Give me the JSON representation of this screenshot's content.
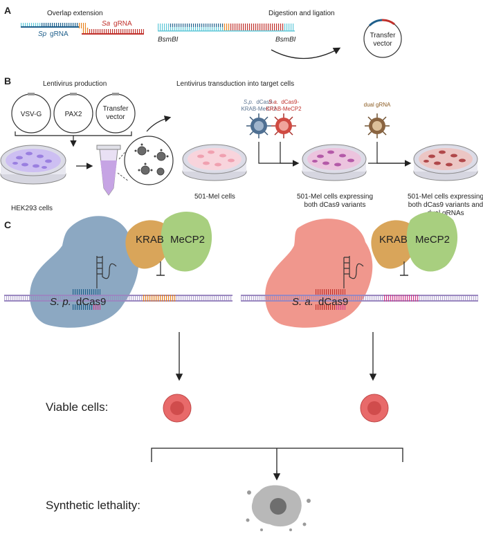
{
  "panels": {
    "A": {
      "letter": "A",
      "overlap_title": "Overlap extension",
      "digestion_title": "Digestion and ligation",
      "sp_grna": "gRNA",
      "sp_prefix": "Sp",
      "sa_grna": "gRNA",
      "sa_prefix": "Sa",
      "bsmbi_left": "BsmBI",
      "bsmbi_right": "BsmBI",
      "transfer_vector_line1": "Transfer",
      "transfer_vector_line2": "vector"
    },
    "B": {
      "letter": "B",
      "lentivirus_production": "Lentivirus production",
      "lentivirus_transduction": "Lentivirus transduction into target cells",
      "plasmid_vsvg": "VSV-G",
      "plasmid_pax2": "PAX2",
      "plasmid_transfer_line1": "Transfer",
      "plasmid_transfer_line2": "vector",
      "hek_cells": "HEK293 cells",
      "mel_cells": "501-Mel cells",
      "sp_virus_prefix": "S.p.",
      "sp_virus_line1": "dCas9-",
      "sp_virus_line2": "KRAB-MeCP2",
      "sa_virus_prefix": "S.a.",
      "sa_virus_line1": "dCas9-",
      "sa_virus_line2": "KRAB-MeCP2",
      "dual_grna": "dual gRNA",
      "expressing_line1": "501-Mel cells expressing",
      "expressing_line2": "both dCas9 variants",
      "final_line1": "501-Mel cells expressing",
      "final_line2": "both dCas9 variants and",
      "final_line3": "dual gRNAs"
    },
    "C": {
      "letter": "C",
      "sp_label_prefix": "S. p.",
      "sp_label_suffix": "dCas9",
      "sa_label_prefix": "S. a.",
      "sa_label_suffix": "dCas9",
      "krab_left": "KRAB",
      "mecp2_left": "MeCP2",
      "krab_right": "KRAB",
      "mecp2_right": "MeCP2",
      "viable_cells": "Viable cells:",
      "synthetic_lethality": "Synthetic lethality:"
    }
  },
  "colors": {
    "sp_blue": "#1f5f8b",
    "sa_red": "#c0302b",
    "cyan": "#5fc8d8",
    "orange": "#e8a23a",
    "dcas9_blue": "#7f9fbb",
    "dcas9_red": "#ef8e83",
    "krab": "#d9a55a",
    "mecp2": "#a8cf7f",
    "dna_purple": "#9a88c0",
    "cell_red": "#e86a6a"
  }
}
